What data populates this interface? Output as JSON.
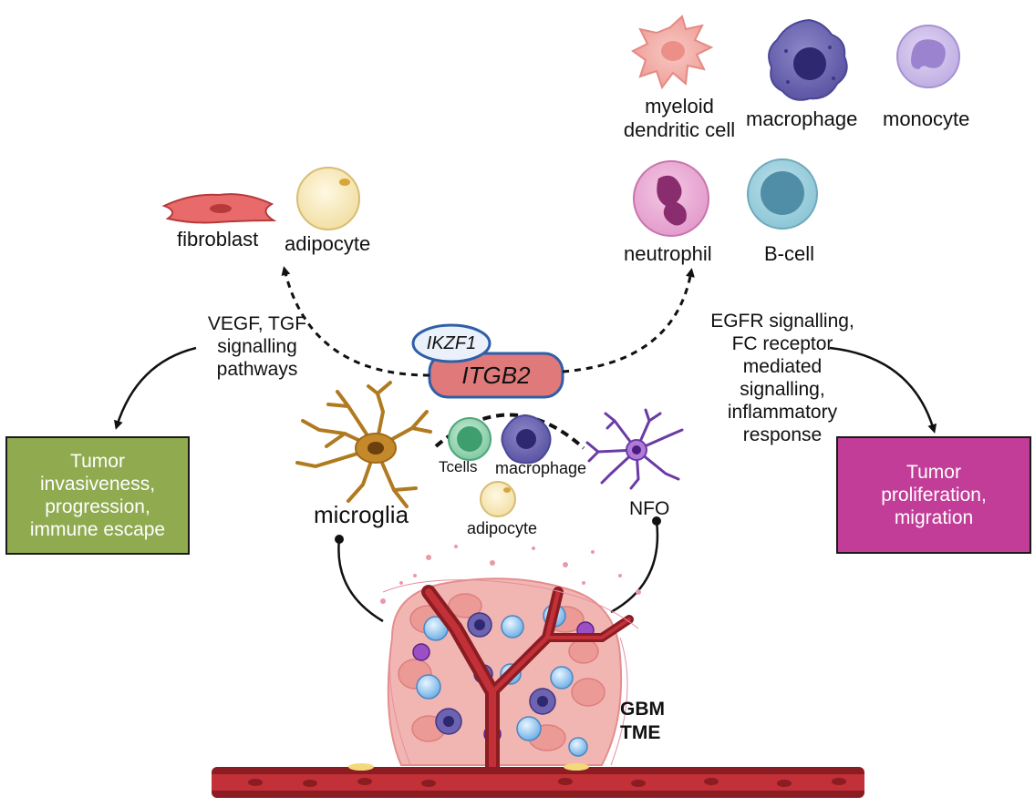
{
  "cells_top": {
    "myeloid_dendritic_cell": [
      "myeloid",
      "dendritic cell"
    ],
    "macrophage": "macrophage",
    "monocyte": "monocyte",
    "neutrophil": "neutrophil",
    "b_cell": "B-cell",
    "fibroblast": "fibroblast",
    "adipocyte": "adipocyte"
  },
  "genes": {
    "ikzf1": "IKZF1",
    "itgb2": "ITGB2"
  },
  "left_pathway": [
    "VEGF, TGF",
    "signalling",
    "pathways"
  ],
  "right_pathway": [
    "EGFR signalling,",
    "FC receptor",
    "mediated",
    "signalling,",
    "inflammatory",
    "response"
  ],
  "left_outcome": [
    "Tumor",
    "invasiveness,",
    "progression,",
    "immune escape"
  ],
  "right_outcome": [
    "Tumor",
    "proliferation,",
    "migration"
  ],
  "center_cells": {
    "tcells": "Tcells",
    "macrophage": "macrophage",
    "adipocyte": "adipocyte",
    "microglia": "microglia",
    "nfo": "NFO"
  },
  "tme": [
    "GBM",
    "TME"
  ],
  "colors": {
    "left_box": "#8faa4f",
    "right_box": "#c23d97",
    "itgb2_fill": "#e07a7a",
    "ikzf1_fill": "#eaf1fb",
    "gene_border": "#2f5fa8",
    "vessel": "#8b1c22"
  }
}
